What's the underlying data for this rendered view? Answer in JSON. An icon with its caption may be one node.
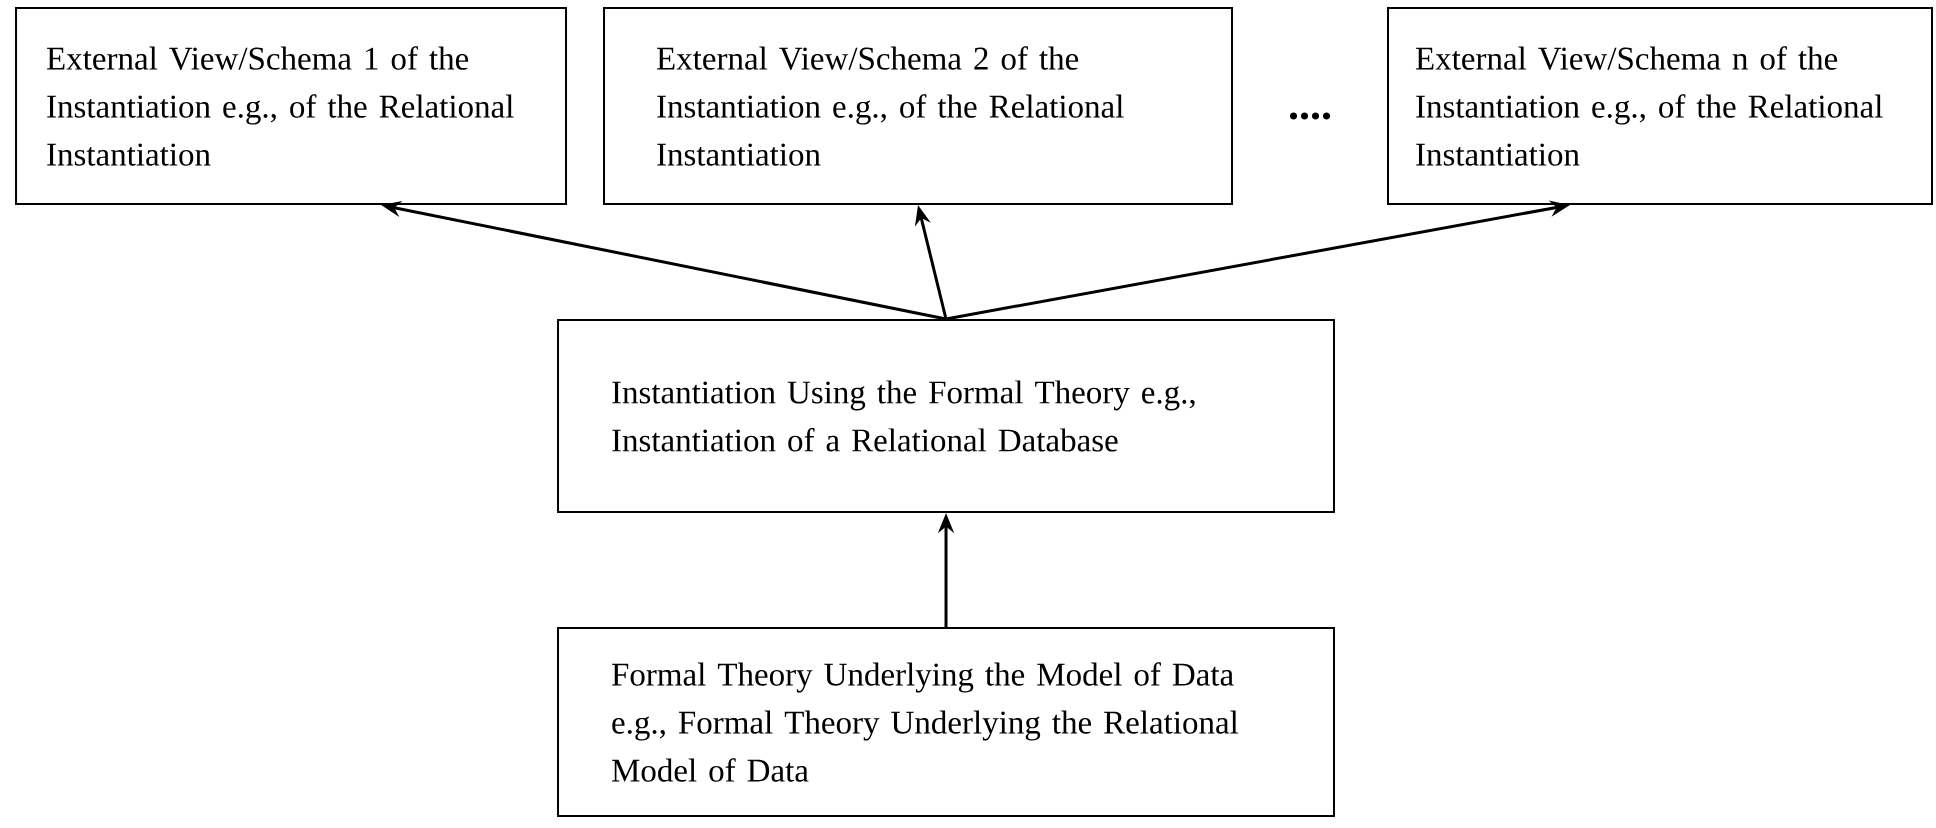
{
  "diagram": {
    "nodes": [
      {
        "text": [
          "External View/Schema 1 of the Instantiation e.g., of the Relational Instantiation"
        ]
      },
      {
        "text": [
          "External View/Schema 2 of the Instantiation e.g., of the Relational Instantiation"
        ]
      },
      {
        "text": [
          "External View/Schema n of the Instantiation e.g., of the Relational Instantiation"
        ]
      },
      {
        "text": [
          "Instantiation Using the Formal Theory e.g., Instantiation of a Relational Database"
        ]
      },
      {
        "text": [
          "Formal Theory Underlying the Model of Data e.g., Formal Theory Underlying the Relational Model of Data"
        ]
      }
    ],
    "edges": [
      {
        "from": 3,
        "to": 0,
        "arrow": "to"
      },
      {
        "from": 3,
        "to": 1,
        "arrow": "to"
      },
      {
        "from": 3,
        "to": 2,
        "arrow": "to"
      },
      {
        "from": 4,
        "to": 3,
        "arrow": "to"
      }
    ],
    "labels": [
      "...."
    ]
  }
}
